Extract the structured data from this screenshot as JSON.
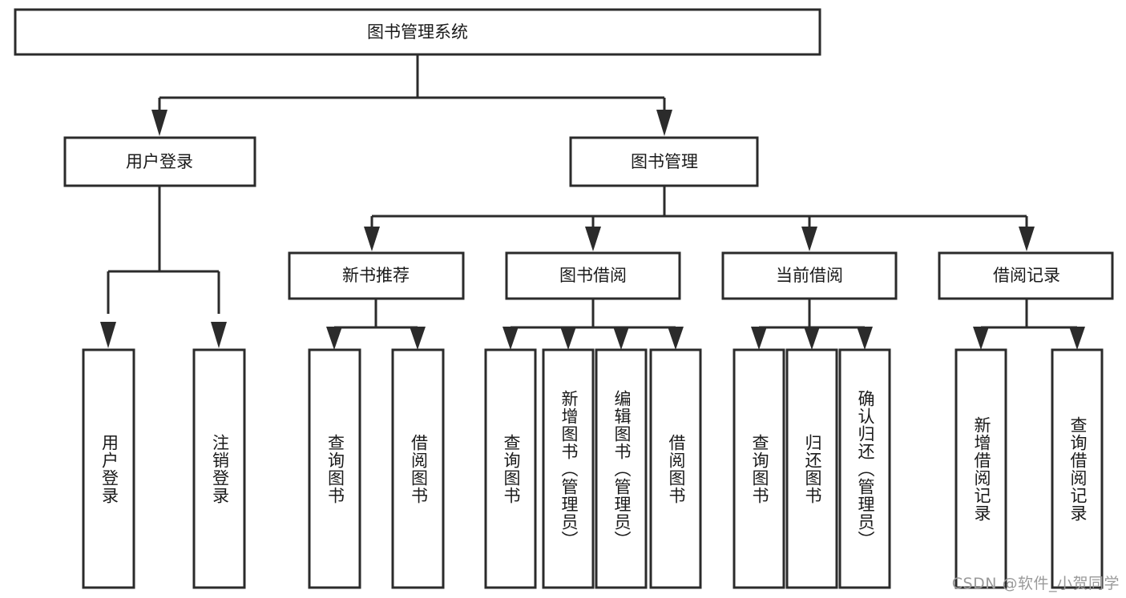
{
  "diagram": {
    "title": "图书管理系统",
    "type": "tree-hierarchy",
    "root": {
      "id": "root",
      "label": "图书管理系统"
    },
    "level1": [
      {
        "id": "user-login",
        "label": "用户登录"
      },
      {
        "id": "book-management",
        "label": "图书管理"
      }
    ],
    "level2": [
      {
        "id": "new-book-recommend",
        "label": "新书推荐",
        "parent": "book-management"
      },
      {
        "id": "book-borrow",
        "label": "图书借阅",
        "parent": "book-management"
      },
      {
        "id": "current-borrow",
        "label": "当前借阅",
        "parent": "book-management"
      },
      {
        "id": "borrow-record",
        "label": "借阅记录",
        "parent": "book-management"
      }
    ],
    "leaves": {
      "user-login": [
        {
          "id": "leaf-user-login",
          "label": "用户登录"
        },
        {
          "id": "leaf-logout",
          "label": "注销登录"
        }
      ],
      "new-book-recommend": [
        {
          "id": "leaf-query-book-1",
          "label": "查询图书"
        },
        {
          "id": "leaf-borrow-book-1",
          "label": "借阅图书"
        }
      ],
      "book-borrow": [
        {
          "id": "leaf-query-book-2",
          "label": "查询图书"
        },
        {
          "id": "leaf-add-book",
          "label": "新增图书（管理员）"
        },
        {
          "id": "leaf-edit-book",
          "label": "编辑图书（管理员）"
        },
        {
          "id": "leaf-borrow-book-2",
          "label": "借阅图书"
        }
      ],
      "current-borrow": [
        {
          "id": "leaf-query-book-3",
          "label": "查询图书"
        },
        {
          "id": "leaf-return-book",
          "label": "归还图书"
        },
        {
          "id": "leaf-confirm-return",
          "label": "确认归还（管理员）"
        }
      ],
      "borrow-record": [
        {
          "id": "leaf-add-record",
          "label": "新增借阅记录"
        },
        {
          "id": "leaf-query-record",
          "label": "查询借阅记录"
        }
      ]
    }
  },
  "watermark": {
    "text": "CSDN @软件_小贺同学"
  },
  "colors": {
    "stroke": "#2b2b2b",
    "fill": "#ffffff",
    "text": "#1a1a1a",
    "watermark": "#9a9a9a"
  }
}
